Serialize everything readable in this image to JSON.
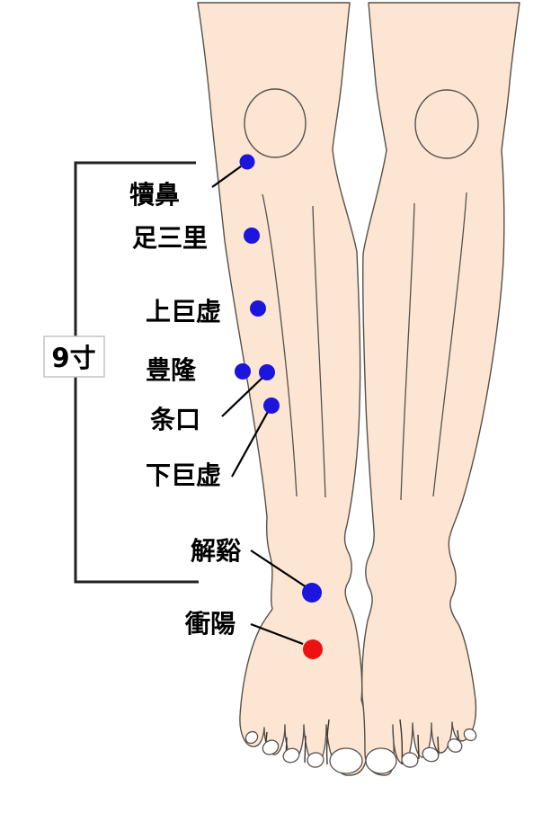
{
  "diagram": {
    "background": "#ffffff",
    "colors": {
      "skin": "#fce5d2",
      "outline": "#57514b",
      "bracket": "#222222",
      "pointer_line": "#000000",
      "blue_dot": "#1b15dd",
      "red_dot": "#ee1111",
      "toenail": "#ffffff",
      "measure_box_border": "#c4c4c4"
    },
    "measurement": {
      "label": "9寸"
    },
    "acupoints": [
      {
        "label": "犢鼻",
        "dot_color": "#1b15dd"
      },
      {
        "label": "足三里",
        "dot_color": "#1b15dd"
      },
      {
        "label": "上巨虚",
        "dot_color": "#1b15dd"
      },
      {
        "label": "豊隆",
        "dot_color": "#1b15dd"
      },
      {
        "label": "条口",
        "dot_color": "#1b15dd"
      },
      {
        "label": "下巨虚",
        "dot_color": "#1b15dd"
      },
      {
        "label": "解谿",
        "dot_color": "#1b15dd"
      },
      {
        "label": "衝陽",
        "dot_color": "#ee1111"
      }
    ]
  }
}
